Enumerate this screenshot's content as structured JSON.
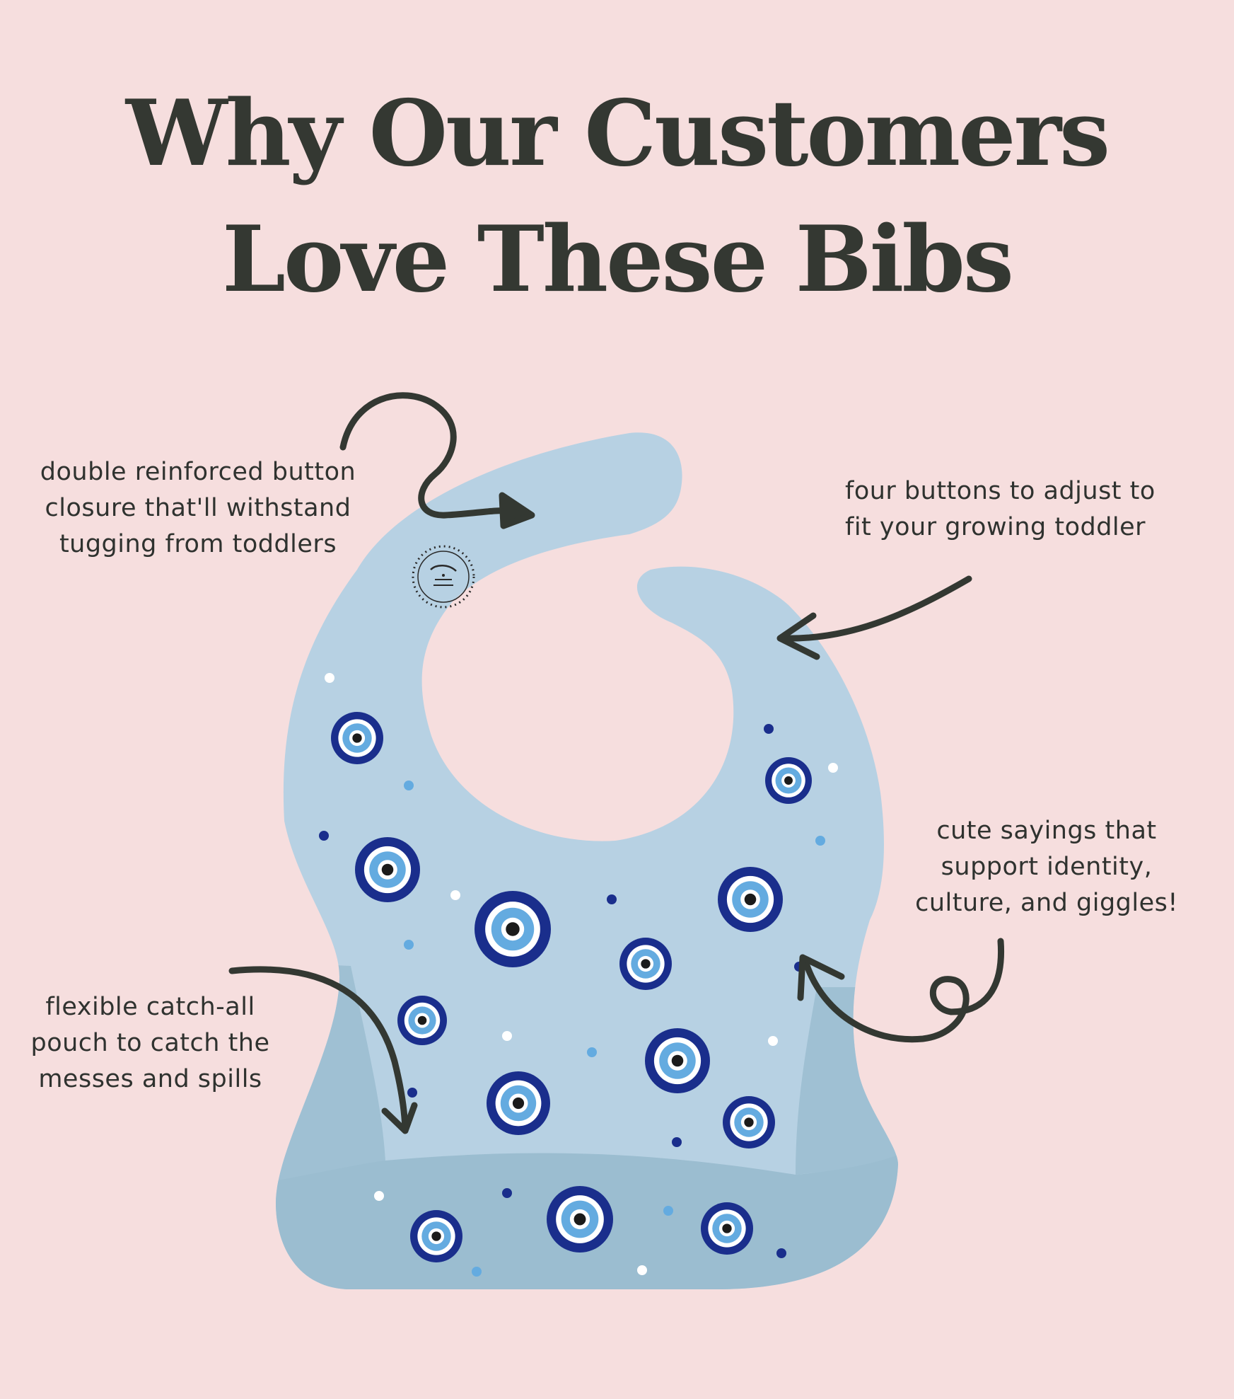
{
  "title": {
    "line1": "Why Our Customers",
    "line2": "Love These Bibs"
  },
  "callouts": {
    "button_closure": {
      "lines": [
        "double reinforced button",
        "closure that'll withstand",
        "tugging from toddlers"
      ]
    },
    "four_buttons": {
      "lines": [
        "four buttons to adjust to",
        "fit your growing toddler"
      ]
    },
    "sayings": {
      "lines": [
        "cute sayings that",
        "support identity,",
        "culture, and giggles!"
      ]
    },
    "pouch": {
      "lines": [
        "flexible catch-all",
        "pouch to catch the",
        "messes and spills"
      ]
    }
  },
  "colors": {
    "background": "#f6dede",
    "text": "#343832",
    "bib": "#b7d1e3",
    "pouch": "#9abdd0",
    "eye_navy": "#1a2e8c",
    "eye_light": "#64abe0",
    "arrow": "#333832"
  },
  "icons": {
    "bib": "baby-bib-illustration",
    "evil_eye": "evil-eye-pattern",
    "logo": "brand-badge-logo",
    "arrows": "curved-arrow"
  }
}
